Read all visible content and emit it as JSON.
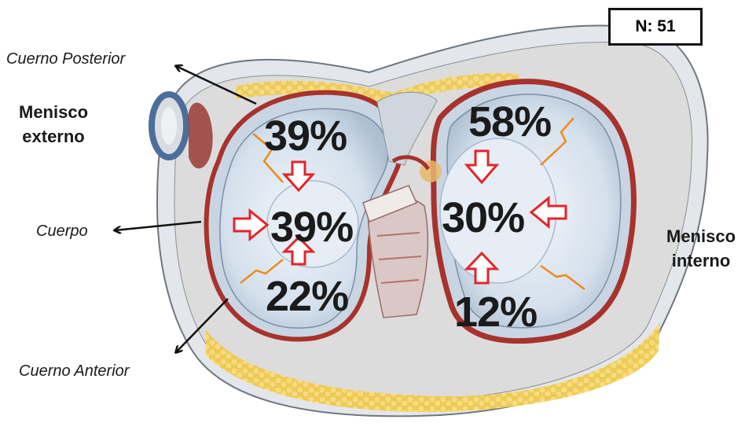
{
  "sample_label": "N: 51",
  "labels": {
    "cuerno_posterior": "Cuerno Posterior",
    "menisco_externo": [
      "Menisco",
      "externo"
    ],
    "cuerpo": "Cuerpo",
    "cuerno_anterior": "Cuerno Anterior",
    "menisco_interno": [
      "Menisco",
      "interno"
    ]
  },
  "lateral_meniscus": {
    "posterior_horn": "39%",
    "body": "39%",
    "anterior_horn": "22%"
  },
  "medial_meniscus": {
    "posterior_horn": "58%",
    "body": "30%",
    "anterior_horn": "12%"
  },
  "colors": {
    "arrow": "#e3242b",
    "tear_line": "#f08a1c",
    "tissue_red": "#a8322c",
    "fat_yellow": "#f1cc55",
    "cartilage": "#d6e3f0"
  },
  "icons": [
    "down-arrow-icon",
    "right-arrow-icon",
    "up-arrow-icon",
    "left-arrow-icon"
  ]
}
